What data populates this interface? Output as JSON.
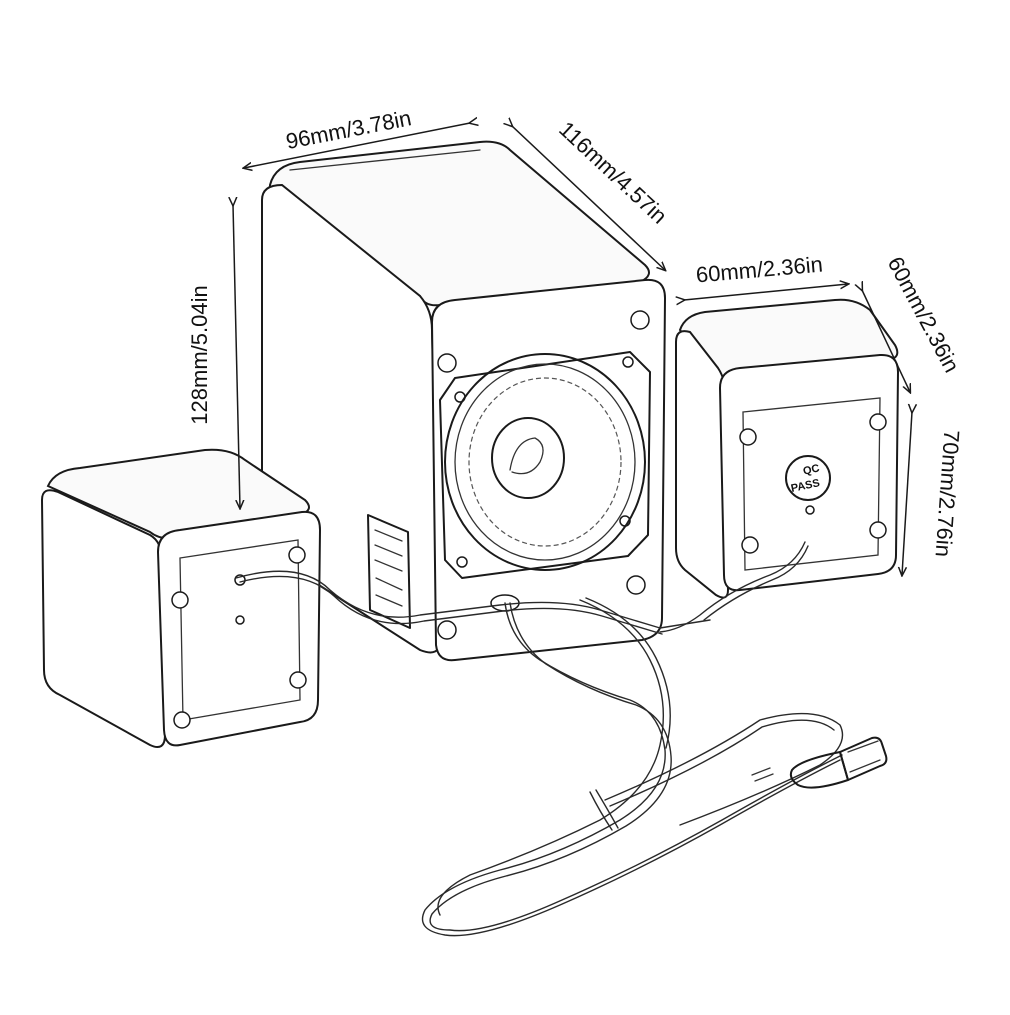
{
  "dimensions": {
    "sub_width": "96mm/3.78in",
    "sub_depth": "116mm/4.57in",
    "sub_height": "128mm/5.04in",
    "sat_width": "60mm/2.36in",
    "sat_depth": "60mm/2.36in",
    "sat_height": "70mm/2.76in"
  },
  "badge": {
    "line1": "QC",
    "line2": "PASS"
  },
  "colors": {
    "line": "#1a1a1a",
    "background": "#ffffff"
  }
}
